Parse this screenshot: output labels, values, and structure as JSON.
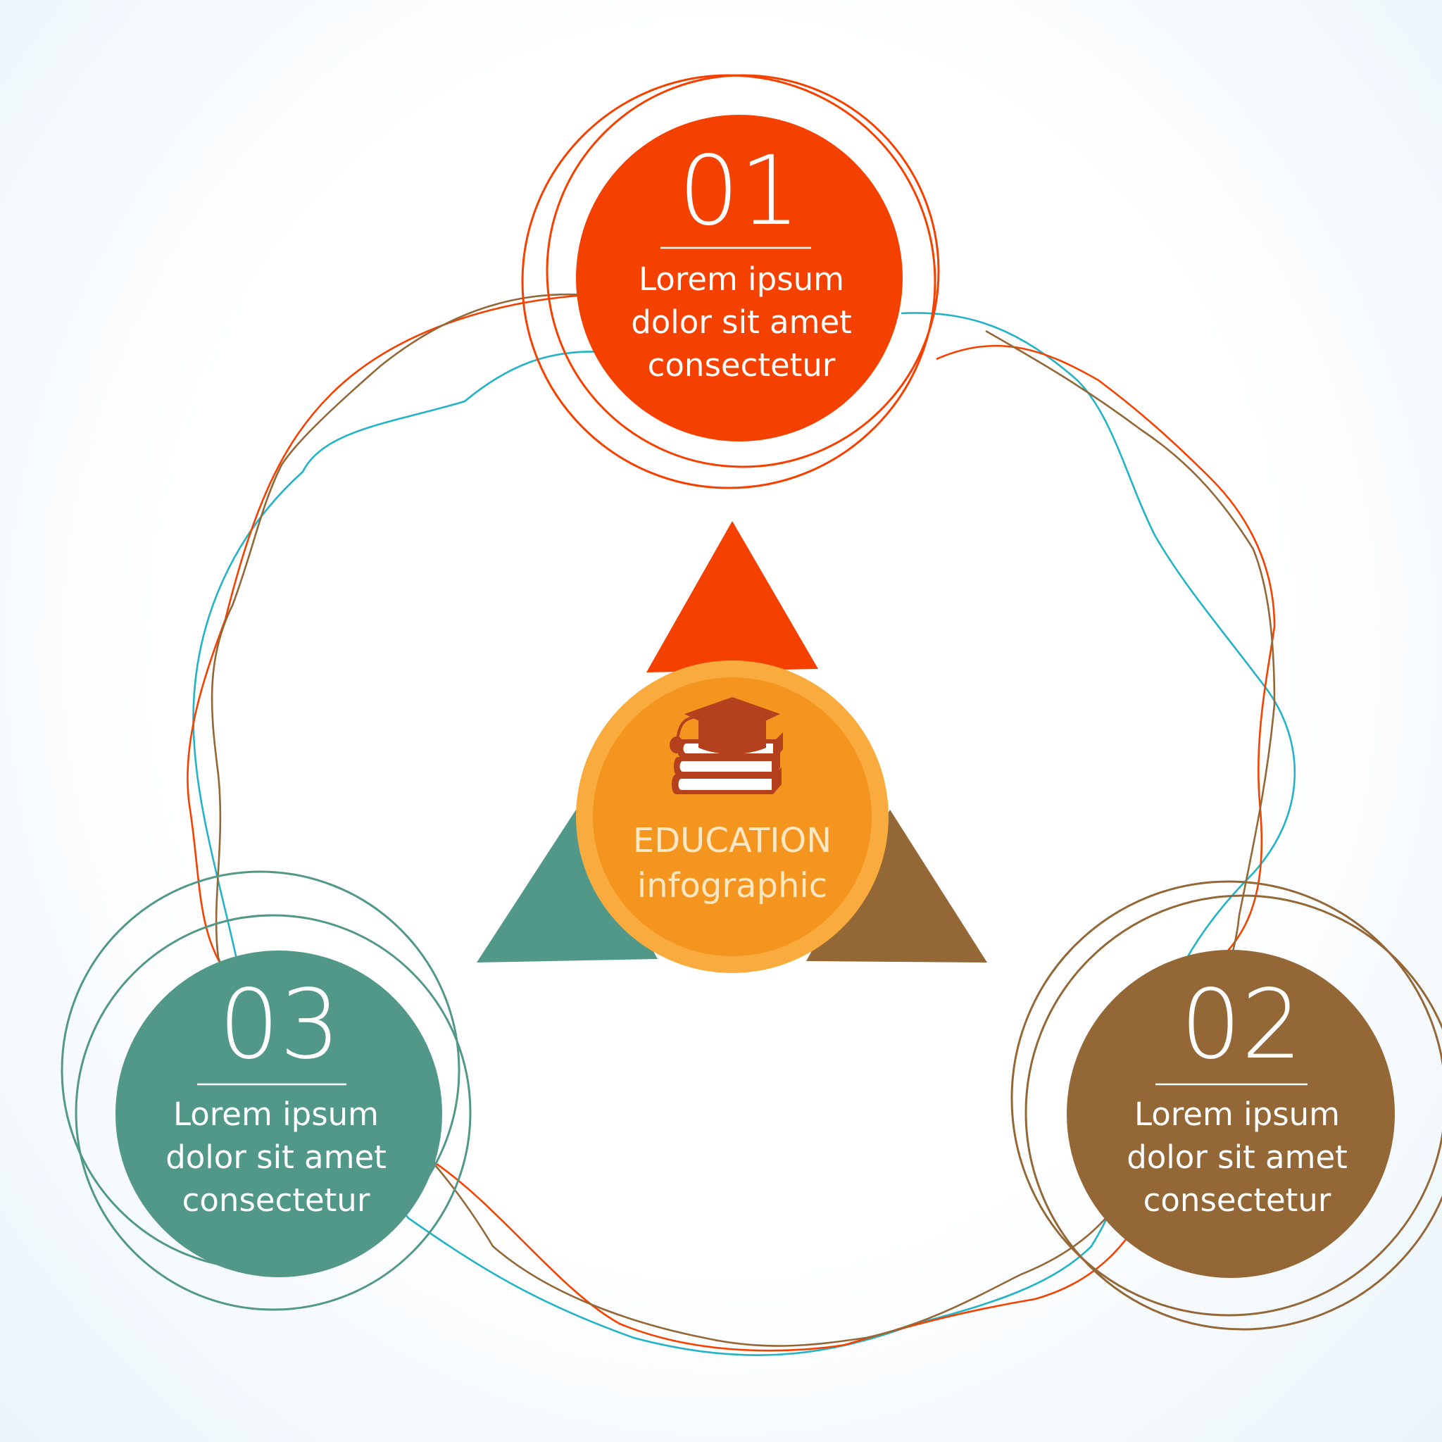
{
  "colors": {
    "red": "#f54100",
    "brown": "#946737",
    "teal": "#529889",
    "cyan": "#22b3c6",
    "center_outer": "#f9ac3d",
    "center_inner": "#f4951f",
    "icon": "#b5401d"
  },
  "center": {
    "icon": "graduation-cap-books-icon",
    "title": "EDUCATION",
    "subtitle": "infographic"
  },
  "steps": [
    {
      "number": "01",
      "line1": "Lorem ipsum",
      "line2": "dolor sit amet",
      "line3": "consectetur",
      "color": "#f54100"
    },
    {
      "number": "02",
      "line1": "Lorem ipsum",
      "line2": "dolor sit amet",
      "line3": "consectetur",
      "color": "#946737"
    },
    {
      "number": "03",
      "line1": "Lorem ipsum",
      "line2": "dolor sit amet",
      "line3": "consectetur",
      "color": "#529889"
    }
  ]
}
